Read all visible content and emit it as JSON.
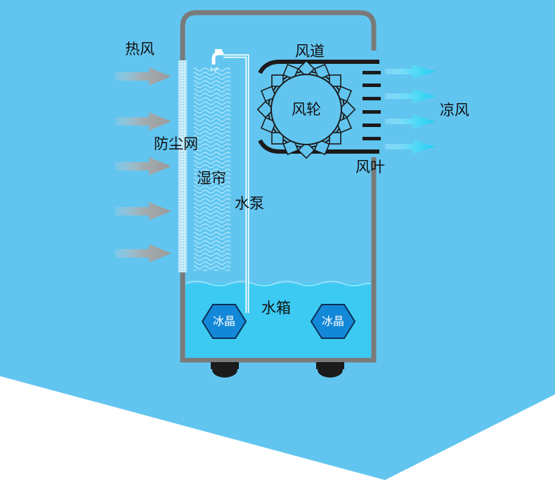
{
  "labels": {
    "hot_air": "热风",
    "dust_screen": "防尘网",
    "wet_curtain": "湿帘",
    "water_pump": "水泵",
    "air_duct": "风道",
    "fan_wheel": "风轮",
    "fan_blade": "风叶",
    "cool_air": "凉风",
    "water_tank": "水箱",
    "ice_crystal_left": "冰晶",
    "ice_crystal_right": "冰晶"
  },
  "colors": {
    "background_blue": "#62c5f0",
    "body_frame": "#7a7a7a",
    "water": "#3ccaf2",
    "cool_arrow": "#2fd0f3",
    "hot_arrow": "#9a9a9a",
    "badge": "#1488d8",
    "duct": "#1b1b1b"
  }
}
